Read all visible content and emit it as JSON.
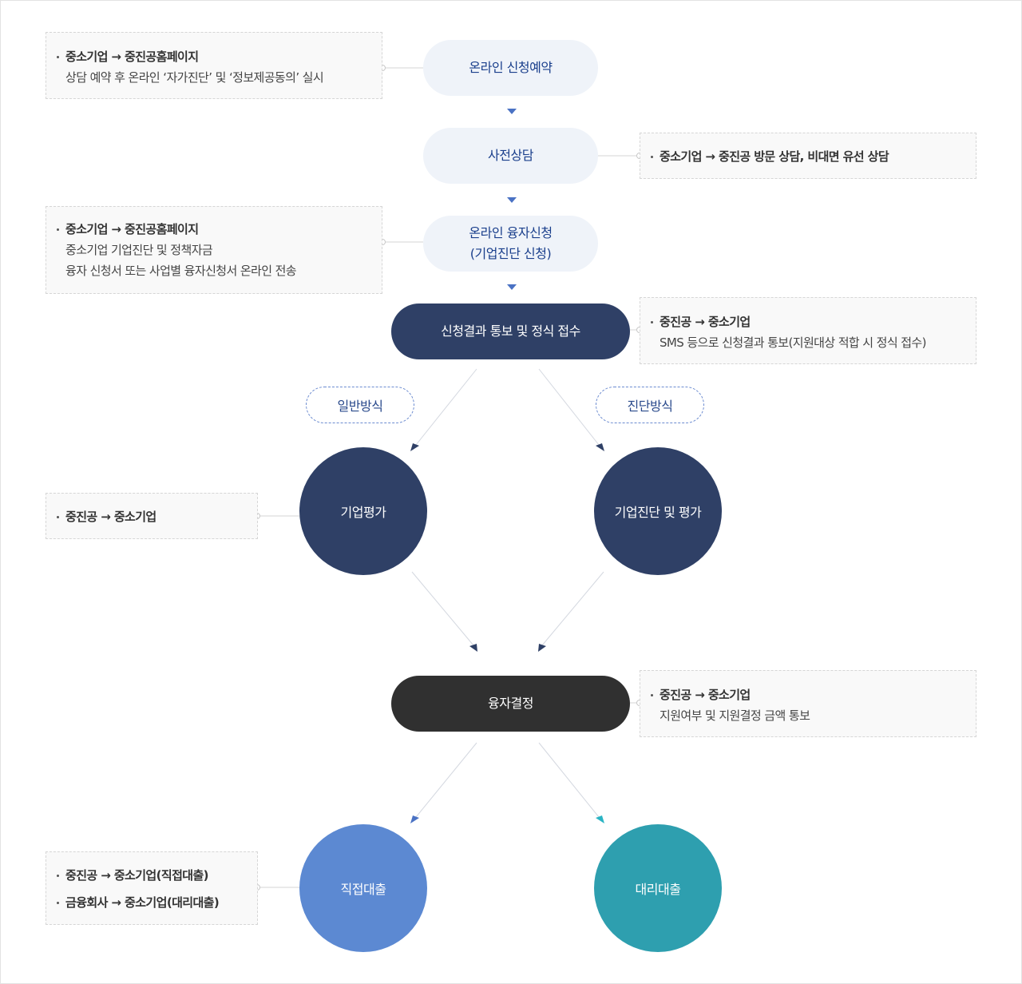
{
  "steps": {
    "online_reservation": "온라인 신청예약",
    "pre_consult": "사전상담",
    "online_apply": "온라인 융자신청\n(기업진단 신청)",
    "result_notice": "신청결과 통보 및 정식 접수",
    "decision": "융자결정"
  },
  "methods": {
    "general": "일반방식",
    "diagnosis": "진단방식"
  },
  "circles": {
    "company_eval": "기업평가",
    "company_diag": "기업진단 및 평가",
    "direct_loan": "직접대출",
    "agency_loan": "대리대출"
  },
  "notes": {
    "reservation": {
      "head": "중소기업 → 중진공홈페이지",
      "lines": [
        "상담 예약 후 온라인 ‘자가진단’ 및 ‘정보제공동의’ 실시"
      ]
    },
    "consult": {
      "head": "중소기업 → 중진공 방문 상담, 비대면 유선 상담"
    },
    "apply": {
      "head": "중소기업 → 중진공홈페이지",
      "lines": [
        "중소기업 기업진단 및 정책자금",
        "융자 신청서 또는 사업별 융자신청서 온라인 전송"
      ]
    },
    "result": {
      "head": "중진공 → 중소기업",
      "lines": [
        "SMS 등으로 신청결과 통보(지원대상 적합 시 정식 접수)"
      ]
    },
    "eval": {
      "head": "중진공 → 중소기업"
    },
    "decision": {
      "head": "중진공 → 중소기업",
      "lines": [
        "지원여부 및 지원결정 금액 통보"
      ]
    },
    "loan": {
      "items": [
        "중진공 → 중소기업(직접대출)",
        "금융회사 → 중소기업(대리대출)"
      ]
    }
  },
  "colors": {
    "navy": "#2f4066",
    "dark": "#303030",
    "light_pill": "#eff3f9",
    "direct_blue": "#5c89d2",
    "agency_teal": "#2e9faf"
  }
}
